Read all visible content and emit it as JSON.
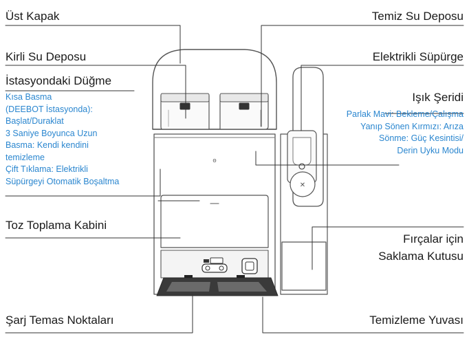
{
  "labels": {
    "top_cover": "Üst Kapak",
    "dirty_tank": "Kirli Su Deposu",
    "station_button": "İstasyondaki Düğme",
    "dust_bag_compartment": "Toz Toplama Kabini",
    "charging_contacts": "Şarj Temas Noktaları",
    "clean_tank": "Temiz Su Deposu",
    "vacuum": "Elektrikli Süpürge",
    "light_strip": "Işık Şeridi",
    "brush_storage_line1": "Fırçalar için",
    "brush_storage_line2": "Saklama Kutusu",
    "wash_tray": "Temizleme Yuvası"
  },
  "button_notes": [
    "Kısa Basma",
    "(DEEBOT İstasyonda):",
    "Başlat/Duraklat",
    "3 Saniye Boyunca Uzun",
    "Basma: Kendi kendini",
    "temizleme",
    "Çift Tıklama: Elektrikli",
    "Süpürgeyi Otomatik Boşaltma"
  ],
  "light_notes": [
    "Parlak Mavi: Bekleme/Çalışma",
    "Yanıp Sönen Kırmızı: Arıza",
    "Sönme: Güç Kesintisi/",
    "Derin Uyku Modu"
  ],
  "colors": {
    "label_text": "#1a1a1a",
    "note_text": "#2a86cf",
    "outline": "#555555",
    "dark_base": "#3a3a3a"
  }
}
